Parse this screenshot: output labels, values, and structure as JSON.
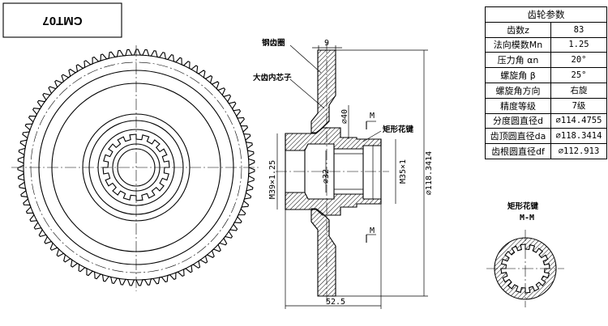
{
  "title_box": {
    "text": "CMT07"
  },
  "table": {
    "title": "齿轮参数",
    "rows": [
      {
        "label": "齿数z",
        "value": "83"
      },
      {
        "label": "法向模数Mn",
        "value": "1.25"
      },
      {
        "label": "压力角 αn",
        "value": "20°"
      },
      {
        "label": "螺旋角 β",
        "value": "25°"
      },
      {
        "label": "螺旋角方向",
        "value": "右旋"
      },
      {
        "label": "精度等级",
        "value": "7级"
      },
      {
        "label": "分度圆直径d",
        "value": "⌀114.4755"
      },
      {
        "label": "齿顶圆直径da",
        "value": "⌀118.3414"
      },
      {
        "label": "齿根圆直径df",
        "value": "⌀112.913"
      }
    ]
  },
  "labels": {
    "steel_ring": "钢齿圈",
    "inner_core": "大齿内芯子",
    "spline_section": "矩形花键",
    "section_mark": "M",
    "section_ref": "M-M",
    "spline_title": "矩形花键",
    "spline_ref": "M-M"
  },
  "dimensions": {
    "width_top": "9",
    "dia_40": "⌀40",
    "dia_32": "⌀32",
    "thread_left": "M39×1.25",
    "thread_right": "M35×1",
    "dia_outer": "⌀118.3414",
    "length_bottom": "52.5"
  }
}
